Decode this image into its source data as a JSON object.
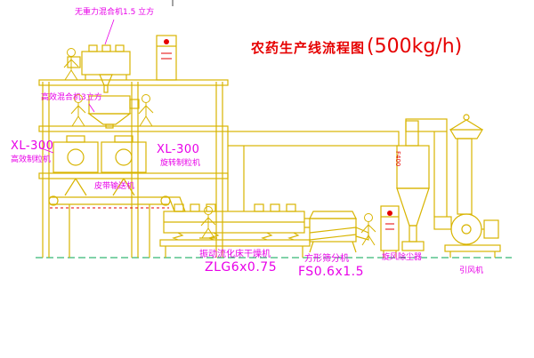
{
  "title": {
    "name": "农药生产线流程图",
    "capacity": "(500kg/h)"
  },
  "labels": {
    "gravity_mixer": "无重力混合机1.5 立方",
    "xl300_left": "XL-300",
    "granulator_left": "高效制粒机",
    "mixer_3m3": "高效混合机3立方",
    "xl300_mid": "XL-300",
    "rotary_granulator": "旋转制粒机",
    "belt_conveyor": "皮带输送机",
    "fluid_bed_dryer": "振动流化床干燥机",
    "dryer_model": "ZLG6x0.75",
    "square_sieve": "方形筛分机",
    "sieve_model": "FS0.6x1.5",
    "cyclone_dust_collector": "旋风除尘器",
    "induced_draft_fan": "引风机",
    "duct_size": "F400"
  },
  "colors": {
    "line": "#d8b400",
    "label": "#e800e8",
    "title": "#e60000",
    "green": "#00a651",
    "red": "#e60000",
    "bg": "#ffffff"
  }
}
